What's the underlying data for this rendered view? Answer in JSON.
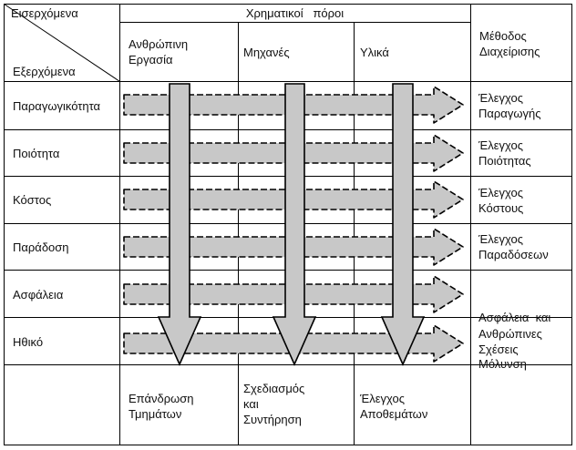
{
  "corner": {
    "top_label": "Εισερχόμενα",
    "bottom_label": "Εξερχόμενα"
  },
  "resources_header": "Χρηματικοί   πόροι",
  "columns": [
    {
      "label_line1": "Ανθρώπινη",
      "label_line2": "Εργασία",
      "bottom_line1": "Επάνδρωση",
      "bottom_line2": "Τμημάτων",
      "bottom_line3": ""
    },
    {
      "label_line1": "Μηχανές",
      "label_line2": "",
      "bottom_line1": "Σχεδιασμός",
      "bottom_line2": "και",
      "bottom_line3": "Συντήρηση"
    },
    {
      "label_line1": "Υλικά",
      "label_line2": "",
      "bottom_line1": "Έλεγχος",
      "bottom_line2": "Αποθεμάτων",
      "bottom_line3": ""
    }
  ],
  "management_header": {
    "line1": "Μέθοδος",
    "line2": "Διαχείρισης"
  },
  "rows": [
    {
      "label": "Παραγωγικότητα",
      "method_line1": "Έλεγχος",
      "method_line2": "Παραγωγής"
    },
    {
      "label": "Ποιότητα",
      "method_line1": "Έλεγχος",
      "method_line2": "Ποιότητας"
    },
    {
      "label": "Κόστος",
      "method_line1": "Έλεγχος",
      "method_line2": "Κόστους"
    },
    {
      "label": "Παράδοση",
      "method_line1": "Έλεγχος",
      "method_line2": "Παραδόσεων"
    },
    {
      "label": "Ασφάλεια",
      "method_line1": "Ασφάλεια  και",
      "method_line2": "Μόλυνση"
    },
    {
      "label": "Ηθικό",
      "method_line1": "Ανθρώπινες",
      "method_line2": "Σχέσεις"
    }
  ],
  "colors": {
    "arrow_fill": "#c8c8c8",
    "line": "#000000"
  }
}
